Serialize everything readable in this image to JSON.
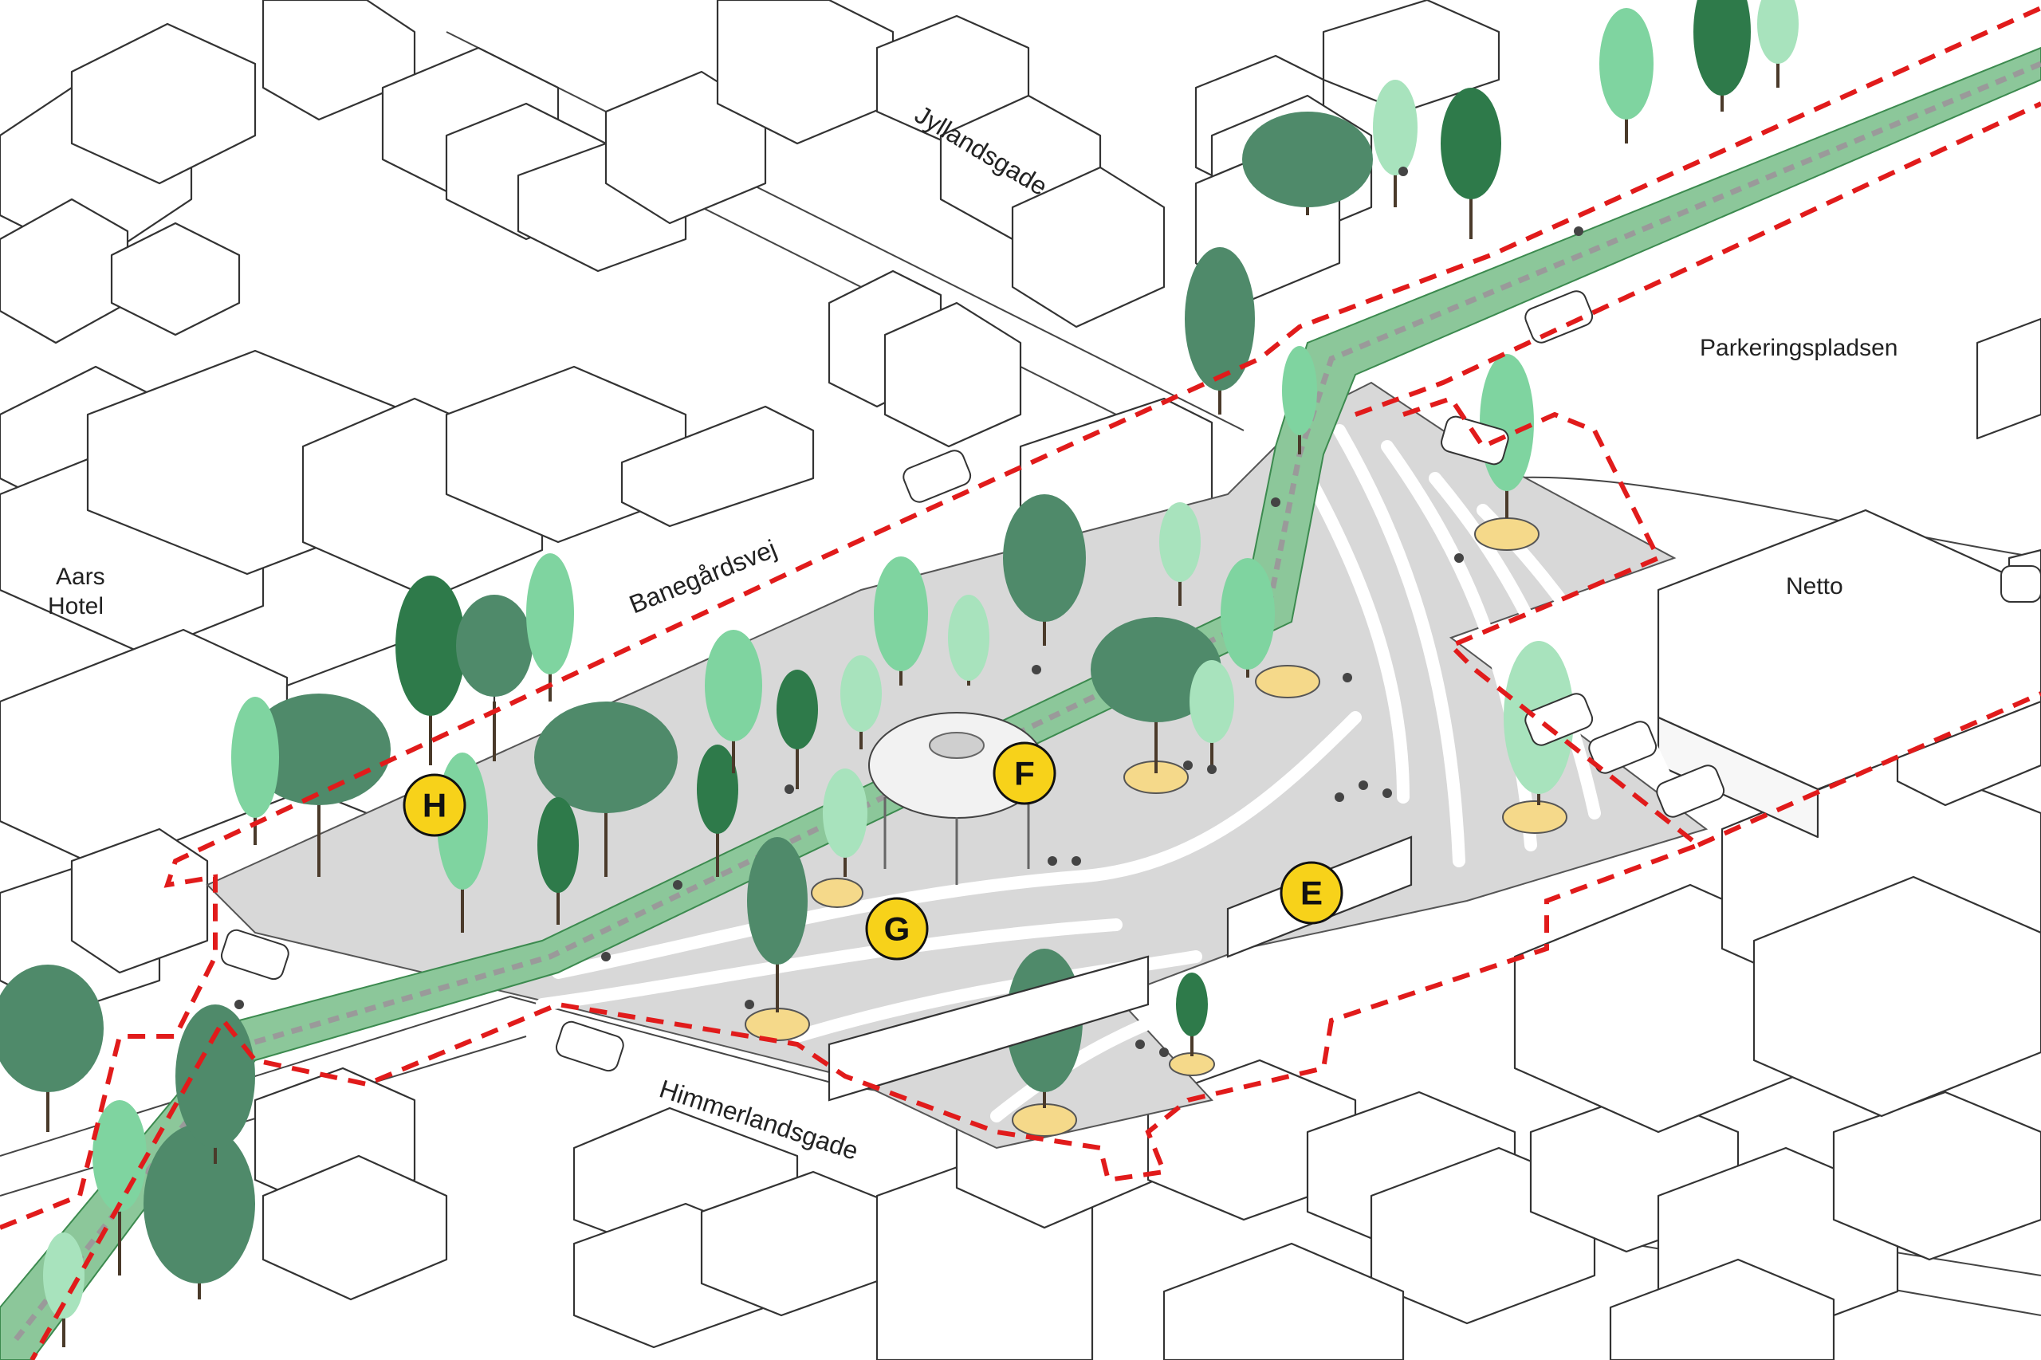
{
  "streets": {
    "jyllandsgade": "Jyllandsgade",
    "banegardsvej": "Banegårdsvej",
    "himmerlandsgade": "Himmerlandsgade"
  },
  "places": {
    "parkeringspladsen": "Parkeringspladsen",
    "netto": "Netto",
    "hotel_line1": "Aars",
    "hotel_line2": "Hotel"
  },
  "markers": [
    {
      "id": "marker-h",
      "label": "H"
    },
    {
      "id": "marker-f",
      "label": "F"
    },
    {
      "id": "marker-g",
      "label": "G"
    },
    {
      "id": "marker-e",
      "label": "E"
    }
  ],
  "colors": {
    "boundary": "#e11b1b",
    "marker_fill": "#f7d21a",
    "tree_dark": "#2e7a4a",
    "tree_mid": "#4f9a6a",
    "tree_light": "#7fd4a0",
    "plaza": "#d8d8d8",
    "green_path": "#8cc79a"
  }
}
